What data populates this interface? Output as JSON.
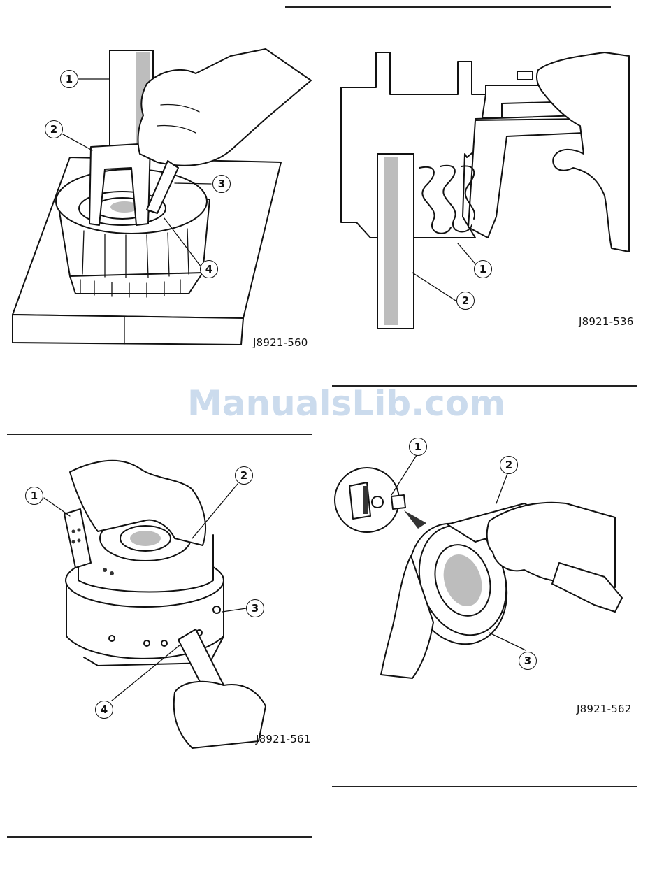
{
  "watermark": "ManualsLib.com",
  "figures": [
    {
      "code": "J8921-560",
      "callouts": [
        "1",
        "2",
        "3",
        "4"
      ]
    },
    {
      "code": "J8921-536",
      "callouts": [
        "1",
        "2"
      ]
    },
    {
      "code": "J8921-561",
      "callouts": [
        "1",
        "2",
        "3",
        "4"
      ]
    },
    {
      "code": "J8921-562",
      "callouts": [
        "1",
        "2",
        "3"
      ]
    }
  ]
}
